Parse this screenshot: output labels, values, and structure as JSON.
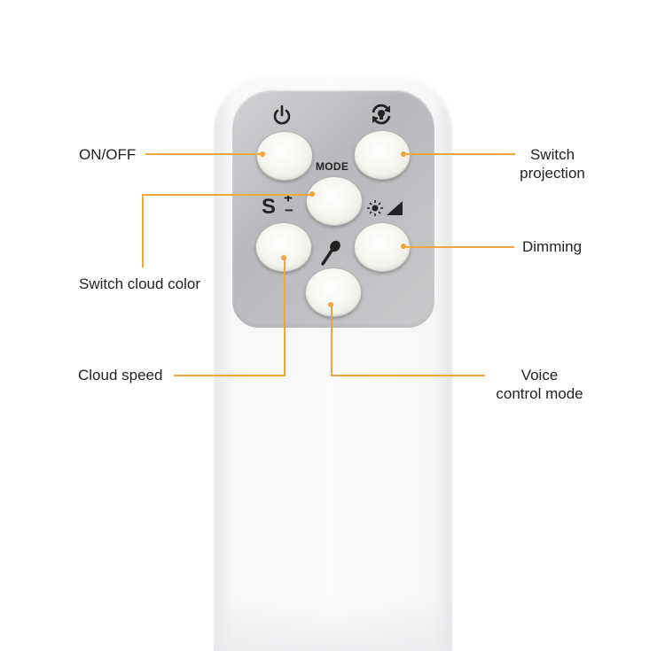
{
  "remote": {
    "mode_label": "MODE",
    "speed_letter": "S",
    "plus_sign": "+",
    "minus_sign": "−"
  },
  "callouts": {
    "on_off": "ON/OFF",
    "switch_projection_line1": "Switch",
    "switch_projection_line2": "projection",
    "switch_cloud_color": "Switch cloud color",
    "dimming": "Dimming",
    "cloud_speed": "Cloud speed",
    "voice_line1": "Voice",
    "voice_line2": "control mode"
  },
  "colors": {
    "leader_line": "#f0a63d",
    "panel": "#c4c4c7",
    "remote_body": "#f6f6f7"
  },
  "icons": [
    "power-icon",
    "rotate-projection-icon",
    "brightness-icon",
    "microphone-icon"
  ]
}
